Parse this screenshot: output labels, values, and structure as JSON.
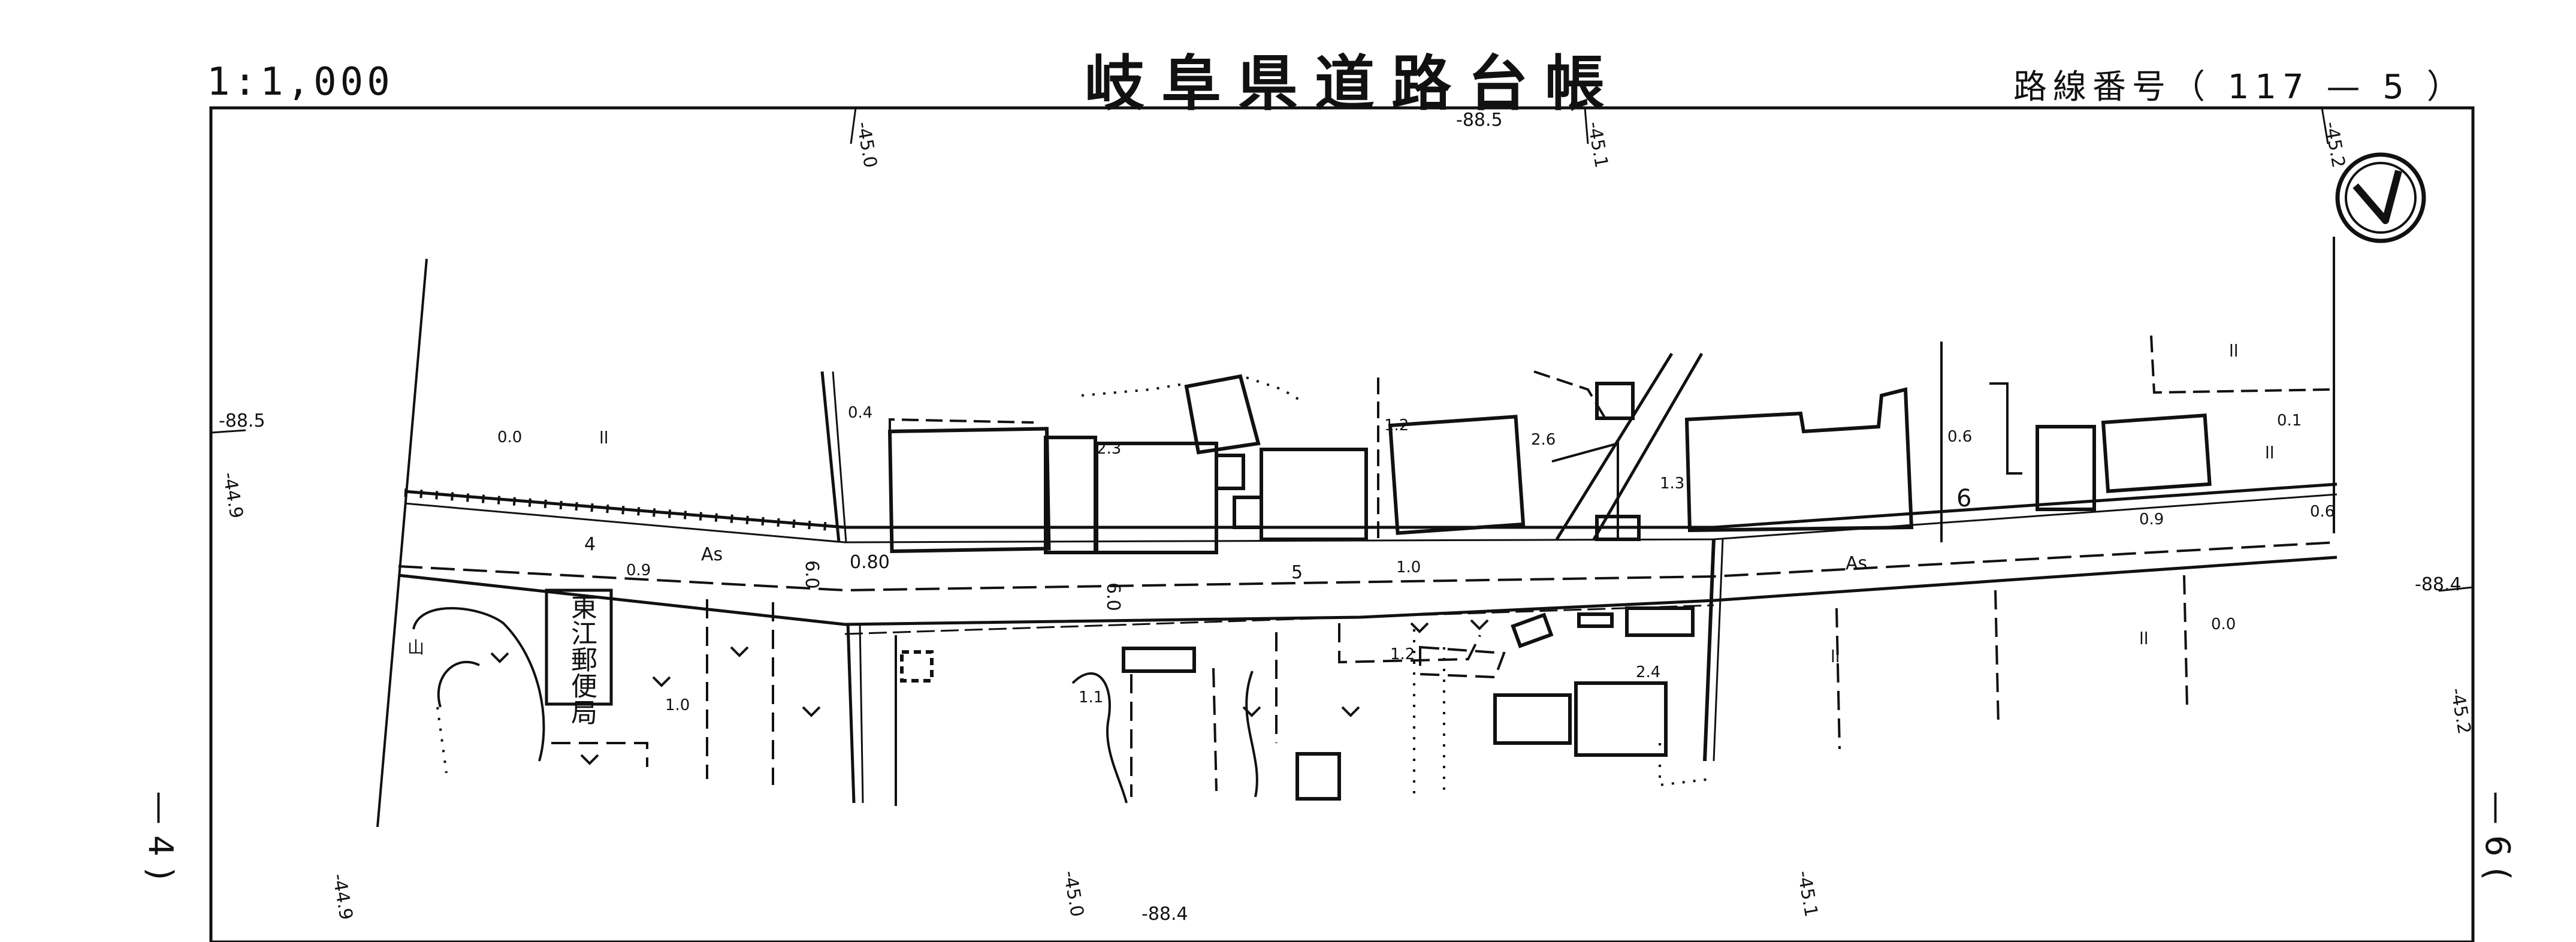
{
  "header": {
    "scale": "1:1,000",
    "title": "岐阜県道路台帳",
    "route_label": "路線番号（ 117 — 5 ）"
  },
  "sheet_numbers": {
    "left": "— 4 )",
    "right": "— 6 ("
  },
  "compass": {
    "icon": "north-arrow-icon"
  },
  "grid_coords": {
    "top": [
      "-45.0",
      "-88.5",
      "-45.1",
      "-45.2"
    ],
    "bottom": [
      "-44.9",
      "-45.0",
      "-88.4",
      "-45.1"
    ],
    "left": [
      "-88.5",
      "-44.9"
    ],
    "right": [
      "-88.4",
      "-45.2"
    ]
  },
  "road": {
    "surface": "As",
    "surface_2": "As",
    "widths": [
      "6.0",
      "6.0",
      "0.80"
    ],
    "station_numbers": [
      "4",
      "5",
      "6"
    ]
  },
  "spot_heights": [
    "0.0",
    "0.4",
    "2.3",
    "1.2",
    "2.6",
    "1.3",
    "0.6",
    "0.1",
    "0.9",
    "0.6",
    "1.0",
    "1.1",
    "1.2",
    "2.4",
    "0.0",
    "0.9",
    "1.0"
  ],
  "building_label": "東江郵便局",
  "land_symbols": [
    "山",
    "ll",
    "ll",
    "ll",
    "ll",
    "ll"
  ],
  "colors": {
    "ink": "#111111",
    "paper": "#ffffff"
  }
}
